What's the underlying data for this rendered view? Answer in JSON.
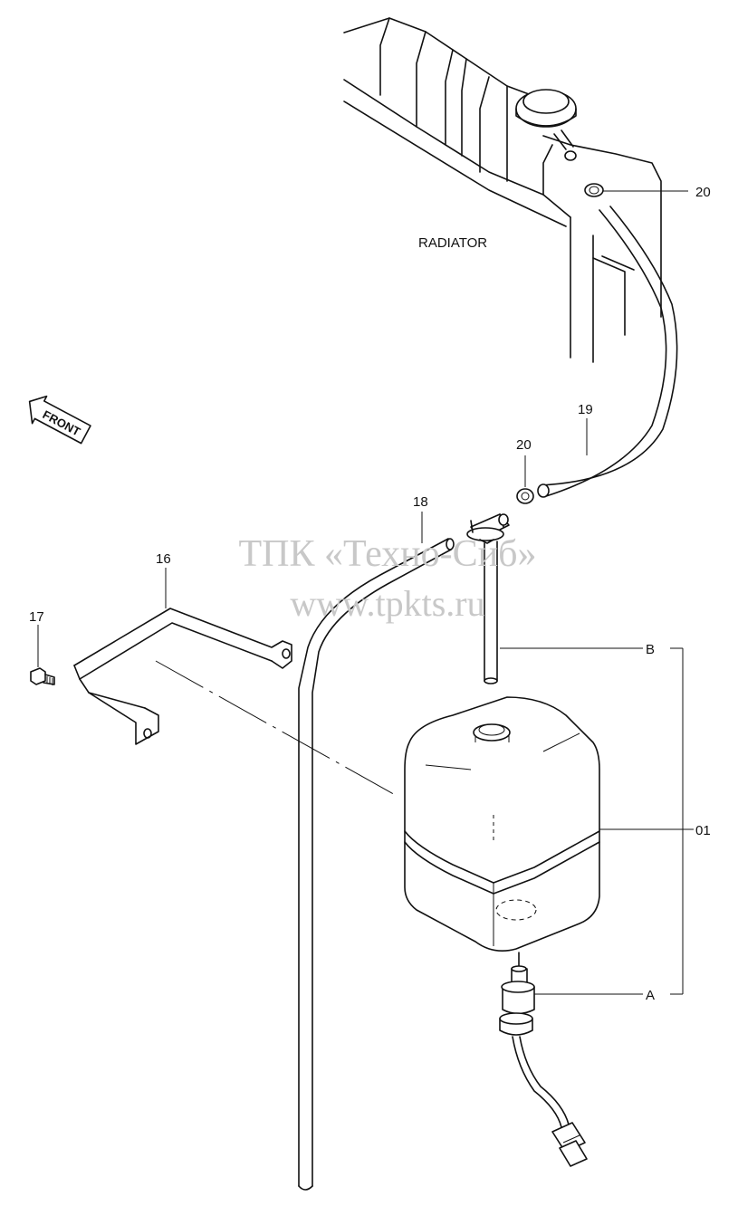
{
  "labels": {
    "radiator": "RADIATOR",
    "front": "FRONT",
    "part_20_top": "20",
    "part_20_mid": "20",
    "part_19": "19",
    "part_18": "18",
    "part_16": "16",
    "part_17": "17",
    "part_01": "01",
    "ref_a": "A",
    "ref_b": "B"
  },
  "watermark": {
    "line1": "ТПК «Техно-Сиб»",
    "line2": "www.tpkts.ru"
  }
}
